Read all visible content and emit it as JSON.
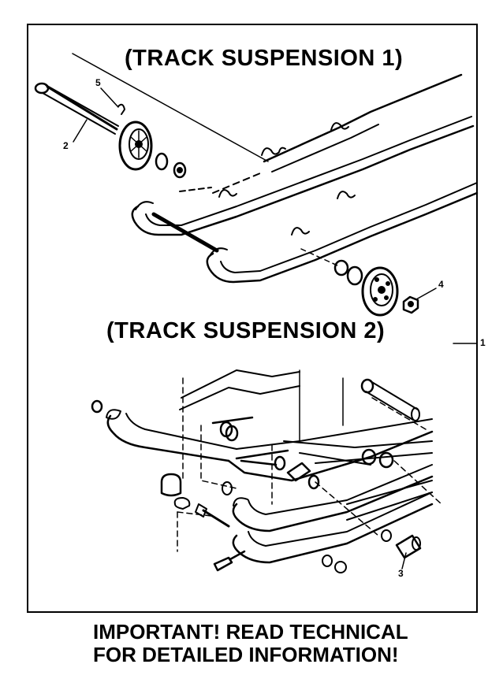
{
  "diagram": {
    "heading_1": "(TRACK SUSPENSION 1)",
    "heading_2": "(TRACK SUSPENSION 2)",
    "callouts": {
      "c1": "1",
      "c2": "2",
      "c3": "3",
      "c4": "4",
      "c5": "5"
    }
  },
  "notice": {
    "line1": "IMPORTANT! READ TECHNICAL",
    "line2": "FOR DETAILED INFORMATION!"
  }
}
